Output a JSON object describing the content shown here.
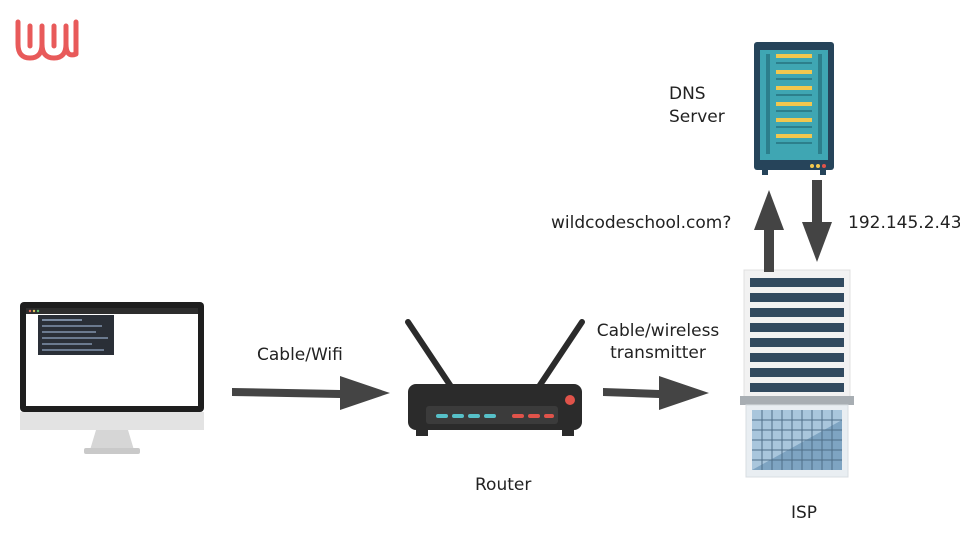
{
  "diagram": {
    "labels": {
      "dns_line1": "DNS",
      "dns_line2": "Server",
      "query": "wildcodeschool.com?",
      "answer": "192.145.2.43",
      "cable_wifi": "Cable/Wifi",
      "cable_wireless_line1": "Cable/wireless",
      "cable_wireless_line2": "transmitter",
      "router": "Router",
      "isp": "ISP"
    }
  },
  "colors": {
    "logo": "#e85a5a",
    "arrow": "#444444",
    "server_body": "#26445a",
    "server_panel": "#3fa6b3",
    "server_slot": "#f2c74e",
    "router_body": "#2b2b2b",
    "building_band": "#314a5f",
    "building_glass": "#8fb4cf"
  }
}
